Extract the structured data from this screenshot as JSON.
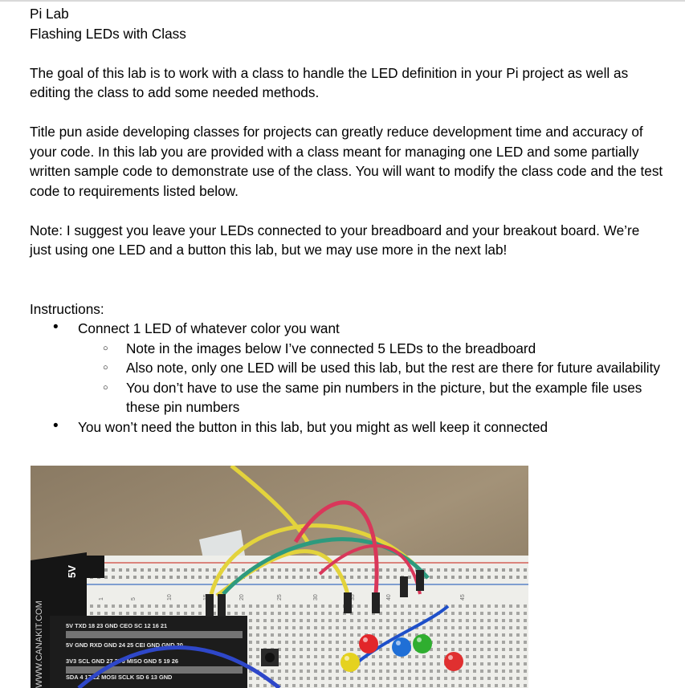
{
  "title": "Pi Lab",
  "subtitle": "Flashing LEDs with Class",
  "paragraphs": {
    "goal": "The goal of this lab is to work with a class to handle the LED definition in your Pi project as well as editing the class to add some needed methods.",
    "pun": "Title pun aside developing classes for projects can greatly reduce development time and accuracy of your code.  In this lab you are provided with a class meant for managing one LED and some partially written sample code to demonstrate use of the class.  You will want to modify the class code and the test code to requirements listed below.",
    "note": "Note:  I suggest you leave your LEDs connected to your breadboard and your breakout board. We’re just using one LED and a button this lab, but we may use more in the next lab!"
  },
  "instructions": {
    "heading": "Instructions:",
    "items": [
      {
        "text": "Connect 1 LED of whatever color you want",
        "sub": [
          "Note in the images below I’ve connected 5 LEDs to the breadboard",
          "Also note, only one LED will be used this lab, but the rest are there for future availability",
          "You don’t have to use the same pin numbers in the picture, but the example file uses these pin numbers"
        ]
      },
      {
        "text": "You won’t need the button in this lab, but you might as well keep it connected"
      }
    ]
  },
  "photo": {
    "side_text": "WWW.CANAKIT.COM",
    "power_label": "5V",
    "pin_rows": [
      "5V  TXD  18   23  GND  CEO  SC   12   16   21",
      "5V  GND  RXD  GND  24   25   CEI  GND  GND  20",
      "3V3  SCL  GND  27  3V3  MISO  GND   5   19   26",
      "SDA   4   17   22  MOSI  SCLK  SD   6   13  GND"
    ],
    "board_numbers": [
      "1",
      "5",
      "10",
      "15",
      "20",
      "25",
      "30",
      "35",
      "40",
      "45"
    ],
    "led_colors": [
      "#e2262a",
      "#1f6fd6",
      "#2fae2f",
      "#e03030",
      "#e5d21f"
    ]
  }
}
